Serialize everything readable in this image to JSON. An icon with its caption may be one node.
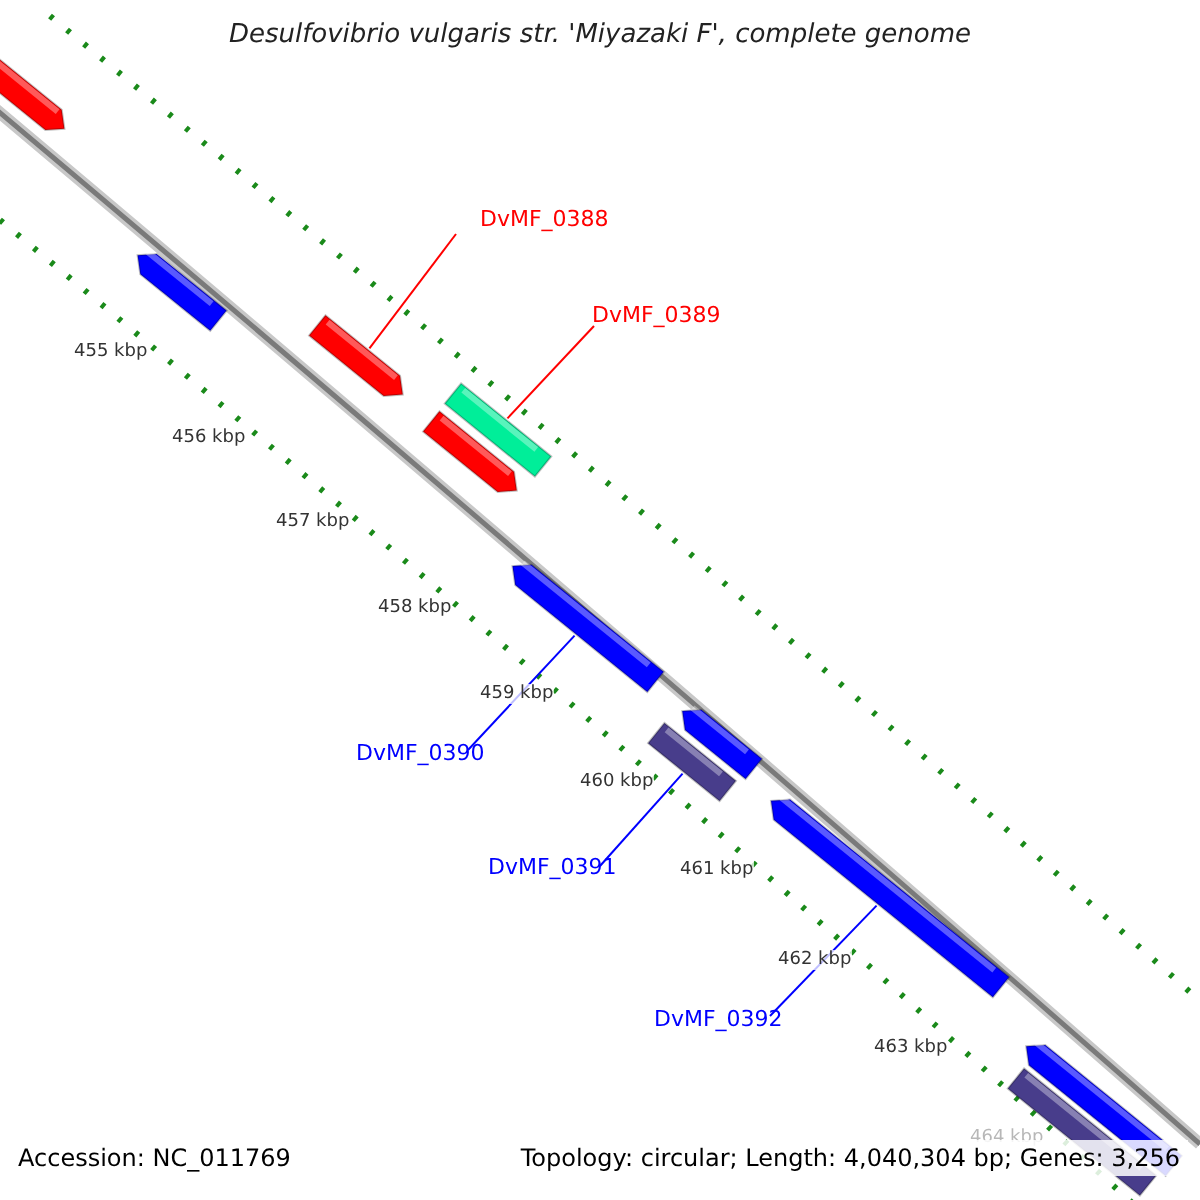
{
  "diagram": {
    "title": "Desulfovibrio vulgaris str. 'Miyazaki F', complete genome",
    "nodes": [
      {
        "text": [],
        "shape": "arrow"
      },
      {
        "text": [],
        "shape": "arrow"
      },
      {
        "text": [
          "DvMF_0388"
        ]
      },
      {
        "text": [],
        "shape": "arrow"
      },
      {
        "text": [
          "DvMF_0389"
        ]
      },
      {
        "text": [],
        "shape": "bar"
      },
      {
        "text": [],
        "shape": "arrow"
      },
      {
        "text": [],
        "shape": "arrow"
      },
      {
        "text": [
          "DvMF_0390"
        ]
      },
      {
        "text": [],
        "shape": "arrow"
      },
      {
        "text": [],
        "shape": "bar"
      },
      {
        "text": [
          "DvMF_0391"
        ]
      },
      {
        "text": [],
        "shape": "arrow"
      },
      {
        "text": [
          "DvMF_0392"
        ]
      },
      {
        "text": [],
        "shape": "arrow"
      },
      {
        "text": [],
        "shape": "bar"
      }
    ],
    "edges": [
      {
        "from": 2,
        "to": 3,
        "arrow": "none",
        "color": "#ff0000"
      },
      {
        "from": 4,
        "to": 5,
        "arrow": "none",
        "color": "#ff0000"
      },
      {
        "from": 8,
        "to": 7,
        "arrow": "none"
      },
      {
        "from": 11,
        "to": 10,
        "arrow": "none"
      },
      {
        "from": 13,
        "to": 12,
        "arrow": "none"
      }
    ],
    "labels": [
      "455 kbp",
      "456 kbp",
      "457 kbp",
      "458 kbp",
      "459 kbp",
      "460 kbp",
      "461 kbp",
      "462 kbp",
      "463 kbp",
      "464 kbp",
      "Accession: NC_011769",
      "Topology: circular; Length: 4,040,304 bp; Genes: 3,256"
    ]
  }
}
